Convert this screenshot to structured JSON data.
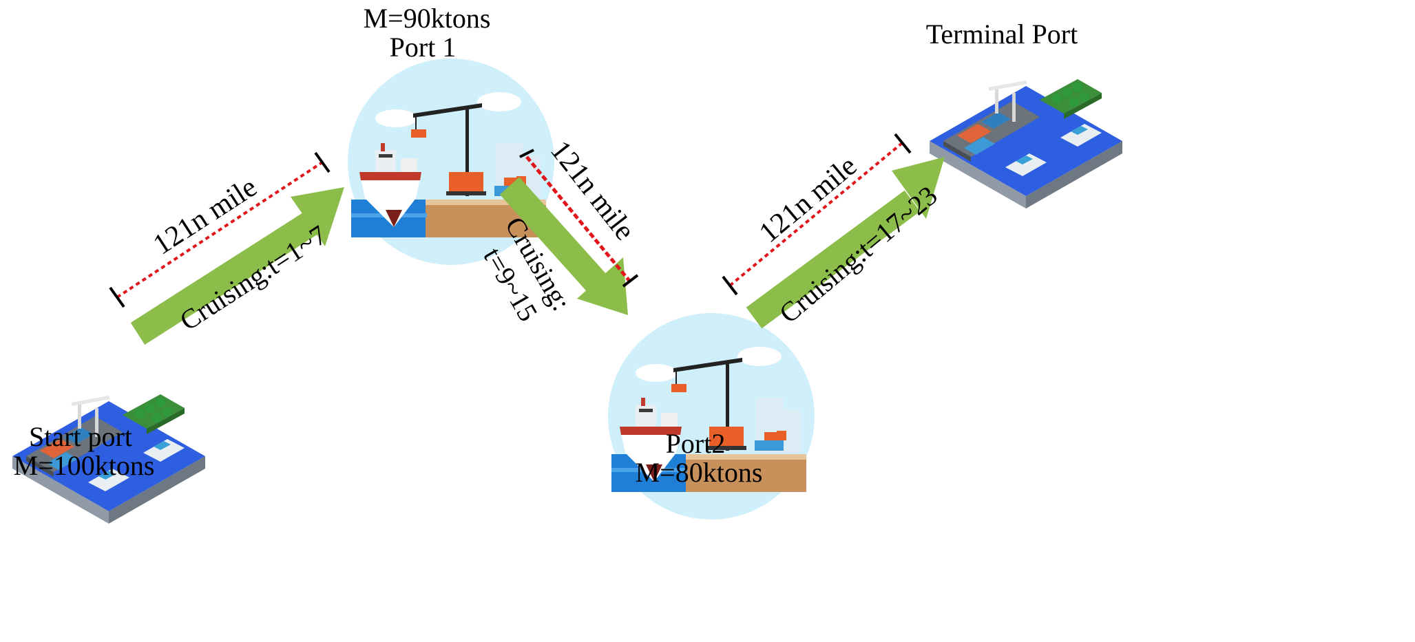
{
  "ports": {
    "start": {
      "name": "Start port",
      "cargo": "M=100ktons"
    },
    "port1": {
      "cargo": "M=90ktons",
      "name": "Port 1"
    },
    "port2": {
      "name": "Port2",
      "cargo": "M=80ktons"
    },
    "terminal": {
      "name": "Terminal Port"
    }
  },
  "legs": [
    {
      "distance": "121n mile",
      "cruising": "Cruising:t=1~7"
    },
    {
      "distance": "121n mile",
      "cruising_line1": "Cruising:",
      "cruising_line2": "t=9~15"
    },
    {
      "distance": "121n mile",
      "cruising": "Cruising:t=17~23"
    }
  ],
  "colors": {
    "arrow": "#8cbd4a",
    "distance_line": "#e0161b",
    "water": "#2e5fe0",
    "sky": "#cfeffa"
  },
  "icons": {
    "start": "isometric-port-icon",
    "port1": "harbor-crane-ship-icon",
    "port2": "harbor-crane-ship-icon",
    "terminal": "isometric-port-icon"
  }
}
